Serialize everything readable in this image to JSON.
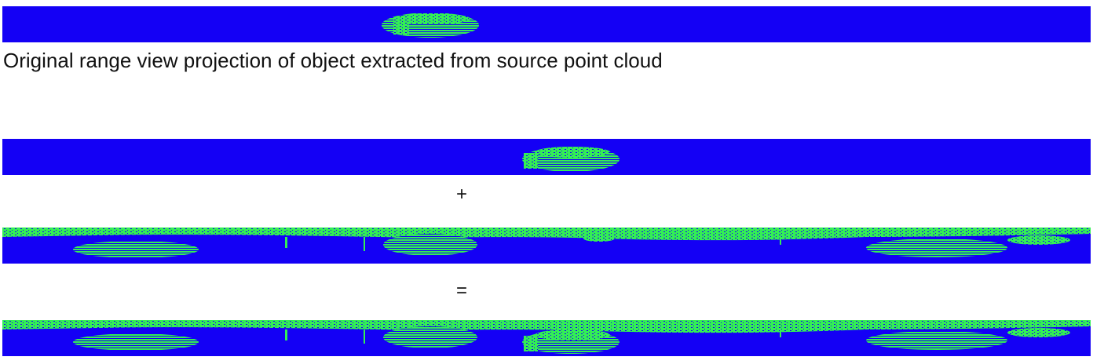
{
  "caption": "Original range view projection of object extracted from source point cloud",
  "operators": {
    "plus": "+",
    "equals": "="
  },
  "colors": {
    "background_blue": "#1400f5",
    "points_green": "#33ee55"
  },
  "panels": [
    {
      "name": "original-object-projection",
      "content": "isolated object (car)"
    },
    {
      "name": "shifted-object-projection",
      "content": "isolated object (car)"
    },
    {
      "name": "target-scene-projection",
      "content": "full scene with ground, walls and cars"
    },
    {
      "name": "augmented-scene-projection",
      "content": "scene with inserted object"
    }
  ]
}
